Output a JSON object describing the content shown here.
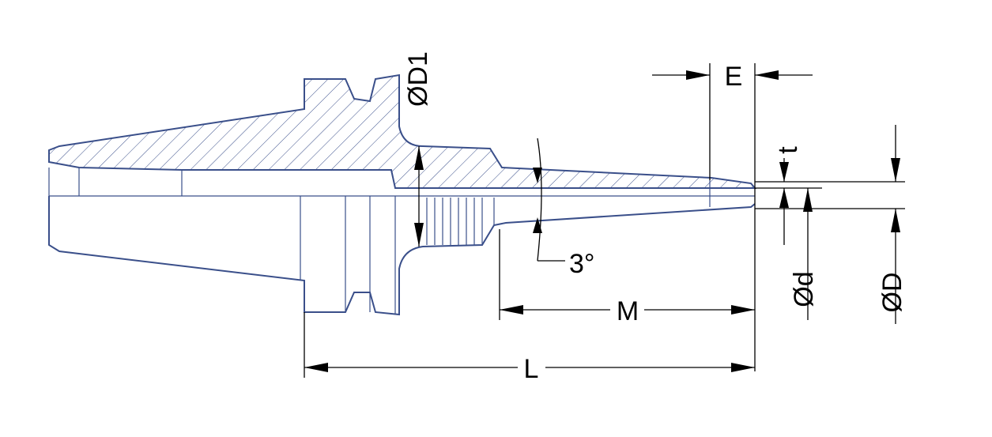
{
  "labels": {
    "E": "E",
    "t": "t",
    "D1": "ØD1",
    "D": "ØD",
    "d": "Ød",
    "angle": "3°",
    "M": "M",
    "L": "L"
  },
  "colors": {
    "part_outline": "#3a4f8a",
    "dimension": "#000000"
  }
}
